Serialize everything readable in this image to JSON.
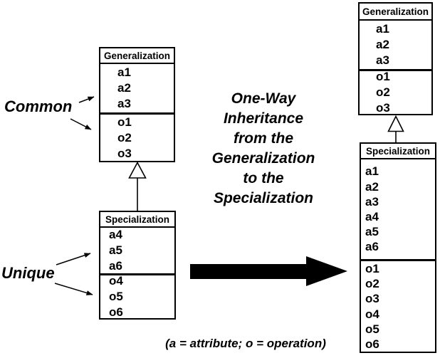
{
  "colors": {
    "foreground": "#000000",
    "background": "#ffffff"
  },
  "labels": {
    "common": "Common",
    "unique": "Unique"
  },
  "center_text": {
    "lines": [
      "One-Way",
      "Inheritance",
      "from the",
      "Generalization",
      "to the",
      "Specialization"
    ],
    "full": "One-Way Inheritance from the Generalization to the Specialization"
  },
  "caption": "(a = attribute; o = operation)",
  "before": {
    "generalization": {
      "title": "Generalization",
      "attributes": [
        "a1",
        "a2",
        "a3"
      ],
      "operations": [
        "o1",
        "o2",
        "o3"
      ]
    },
    "specialization": {
      "title": "Specialization",
      "attributes": [
        "a4",
        "a5",
        "a6"
      ],
      "operations": [
        "o4",
        "o5",
        "o6"
      ]
    }
  },
  "after": {
    "generalization": {
      "title": "Generalization",
      "attributes": [
        "a1",
        "a2",
        "a3"
      ],
      "operations": [
        "o1",
        "o2",
        "o3"
      ]
    },
    "specialization": {
      "title": "Specialization",
      "attributes": [
        "a1",
        "a2",
        "a3",
        "a4",
        "a5",
        "a6"
      ],
      "operations": [
        "o1",
        "o2",
        "o3",
        "o4",
        "o5",
        "o6"
      ]
    }
  }
}
